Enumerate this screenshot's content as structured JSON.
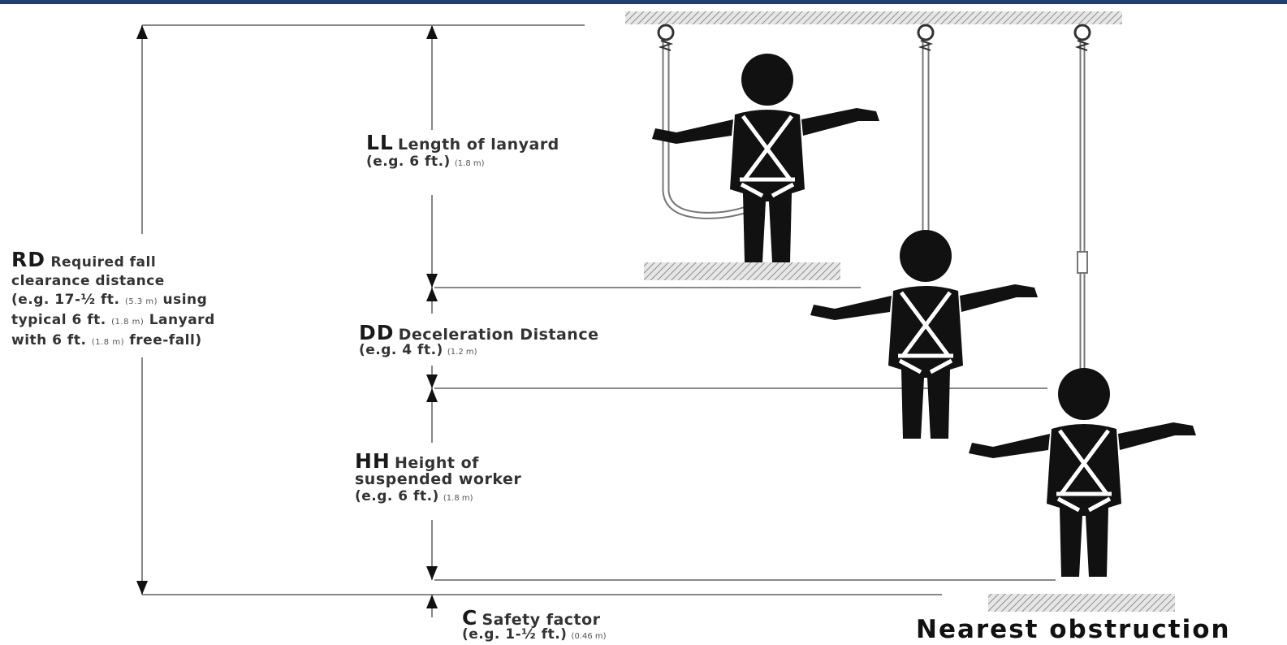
{
  "labels": {
    "ll": {
      "code": "LL",
      "text": "Length of lanyard",
      "example": "(e.g. 6 ft.)",
      "metric": "(1.8 m)"
    },
    "dd": {
      "code": "DD",
      "text": "Deceleration Distance",
      "example": "(e.g. 4 ft.)",
      "metric": "(1.2 m)"
    },
    "hh": {
      "code": "HH",
      "text": "Height of",
      "text2": "suspended worker",
      "example": "(e.g. 6 ft.)",
      "metric": "(1.8 m)"
    },
    "c": {
      "code": "C",
      "text": "Safety factor",
      "example": "(e.g. 1-½ ft.)",
      "metric": "(0.46 m)"
    },
    "rd": {
      "code": "RD",
      "text": "Required fall",
      "line2": "clearance distance",
      "line3a": "(e.g. 17-½ ft.",
      "line3m": "(5.3 m)",
      "line3b": "using",
      "line4a": "typical 6 ft.",
      "line4m": "(1.8 m)",
      "line4b": "Lanyard",
      "line5a": "with 6 ft.",
      "line5m": "(1.8 m)",
      "line5b": "free-fall)"
    }
  },
  "obstruction_label": "Nearest obstruction",
  "colors": {
    "figure": "#111111",
    "line": "#888888",
    "band": "#1f3e74",
    "hatch": "#9a9a9a"
  },
  "icons": [
    "worker-standing-icon",
    "worker-falling-icon",
    "worker-suspended-icon",
    "anchor-icon"
  ]
}
